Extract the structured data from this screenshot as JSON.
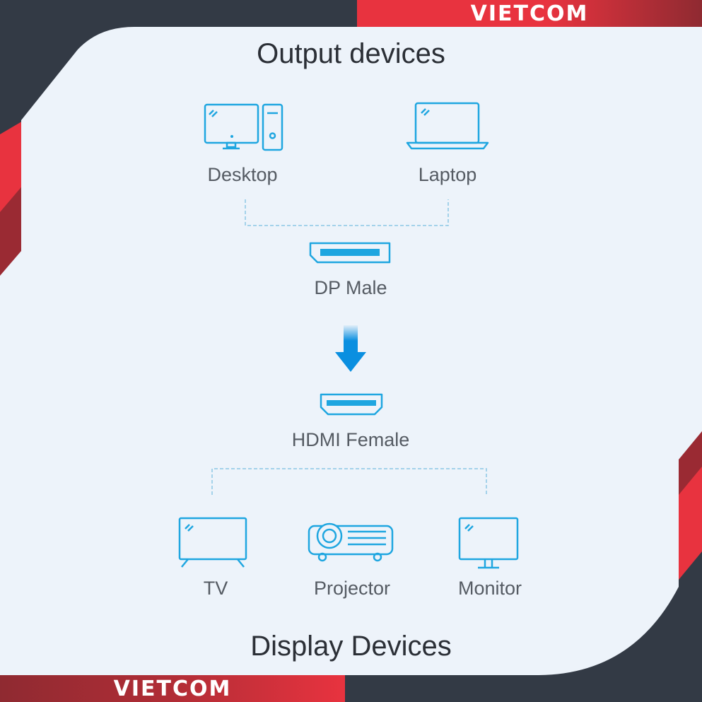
{
  "brand": {
    "top": "VIETCOM",
    "bottom": "VIETCOM"
  },
  "colors": {
    "accent_red": "#e03340",
    "dark_red": "#9a2a33",
    "dark_bg": "#333a45",
    "panel": "#edf3fa",
    "icon_blue": "#1fa6e0",
    "arrow_blue": "#0a8fe0"
  },
  "output": {
    "title": "Output devices",
    "devices": [
      {
        "label": "Desktop",
        "icon": "desktop-icon"
      },
      {
        "label": "Laptop",
        "icon": "laptop-icon"
      }
    ]
  },
  "connectors": {
    "input": {
      "label": "DP Male",
      "icon": "displayport-connector-icon"
    },
    "arrow": "down-arrow-icon",
    "output": {
      "label": "HDMI Female",
      "icon": "hdmi-connector-icon"
    }
  },
  "display": {
    "title": "Display Devices",
    "devices": [
      {
        "label": "TV",
        "icon": "tv-icon"
      },
      {
        "label": "Projector",
        "icon": "projector-icon"
      },
      {
        "label": "Monitor",
        "icon": "monitor-icon"
      }
    ]
  }
}
